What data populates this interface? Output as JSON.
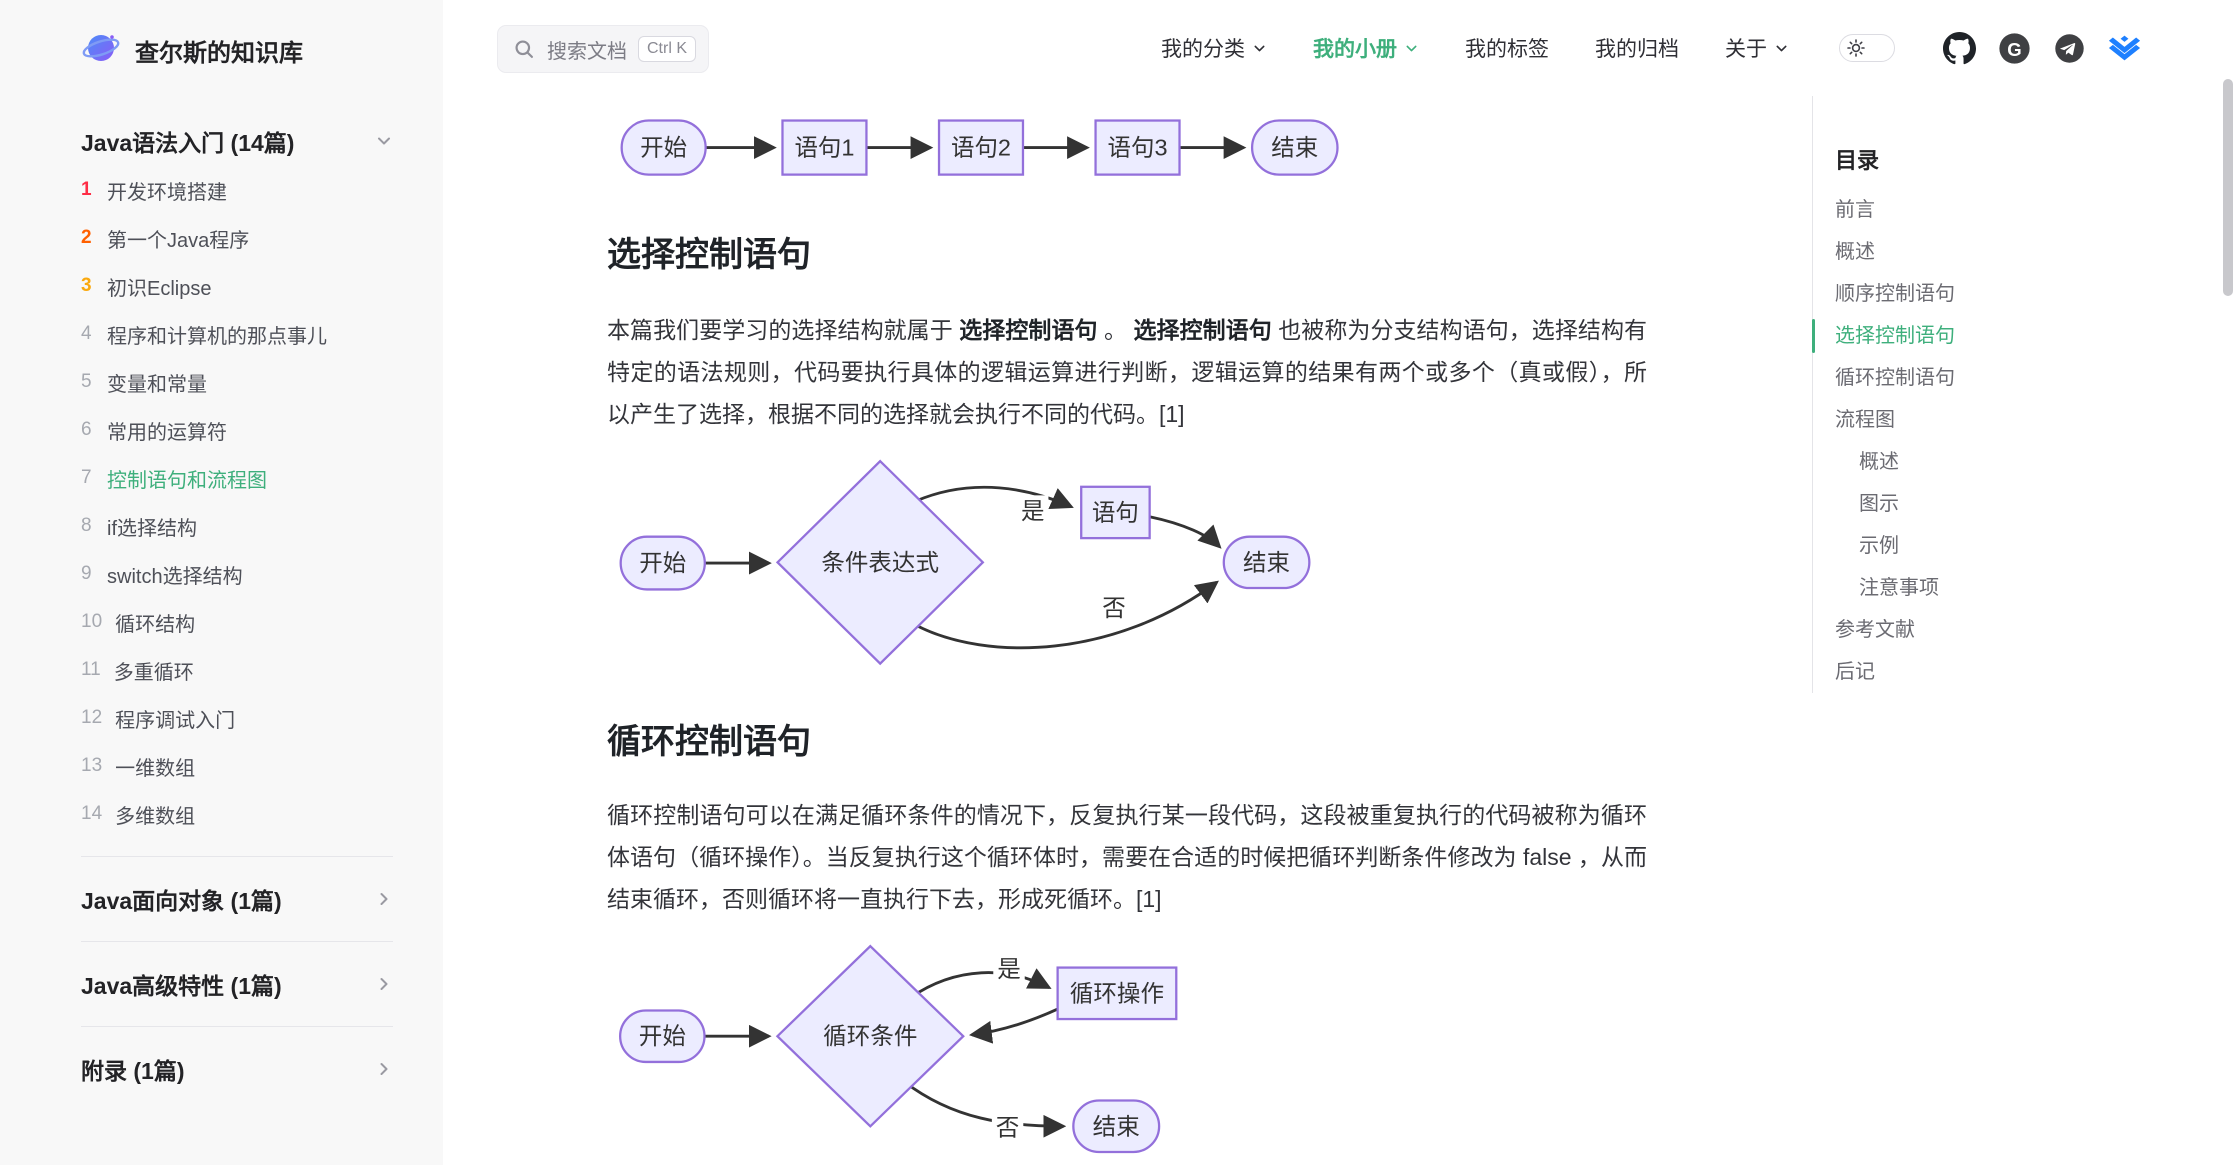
{
  "site": {
    "title": "查尔斯的知识库"
  },
  "navbar": {
    "search_placeholder": "搜索文档",
    "search_shortcut": "Ctrl K",
    "link_categories": "我的分类",
    "link_booklets": "我的小册",
    "link_tags": "我的标签",
    "link_archives": "我的归档",
    "link_about": "关于"
  },
  "icons": {
    "search": "magnifier",
    "theme_toggle": "sun",
    "github": "github-mark",
    "gitee": "gitee-g",
    "gitee_letter": "G",
    "telegram": "paper-plane",
    "juejin": "juejin-layers",
    "chevron_down": "chevron-down",
    "chevron_right": "chevron-right"
  },
  "sidebar": {
    "group": {
      "title": "Java语法入门 (14篇)"
    },
    "items": [
      {
        "num": "1",
        "label": "开发环境搭建"
      },
      {
        "num": "2",
        "label": "第一个Java程序"
      },
      {
        "num": "3",
        "label": "初识Eclipse"
      },
      {
        "num": "4",
        "label": "程序和计算机的那点事儿"
      },
      {
        "num": "5",
        "label": "变量和常量"
      },
      {
        "num": "6",
        "label": "常用的运算符"
      },
      {
        "num": "7",
        "label": "控制语句和流程图"
      },
      {
        "num": "8",
        "label": "if选择结构"
      },
      {
        "num": "9",
        "label": "switch选择结构"
      },
      {
        "num": "10",
        "label": "循环结构"
      },
      {
        "num": "11",
        "label": "多重循环"
      },
      {
        "num": "12",
        "label": "程序调试入门"
      },
      {
        "num": "13",
        "label": "一维数组"
      },
      {
        "num": "14",
        "label": "多维数组"
      }
    ],
    "sections": [
      {
        "title": "Java面向对象 (1篇)"
      },
      {
        "title": "Java高级特性 (1篇)"
      },
      {
        "title": "附录 (1篇)"
      }
    ]
  },
  "content": {
    "section_select": {
      "heading": "选择控制语句",
      "p1": "本篇我们要学习的选择结构就属于 ",
      "b1": "选择控制语句",
      "p2": " 。 ",
      "b2": "选择控制语句",
      "p3": " 也被称为分支结构语句，选择结构有特定的语法规则，代码要执行具体的逻辑运算进行判断，逻辑运算的结果有两个或多个（真或假），所以产生了选择，根据不同的选择就会执行不同的代码。",
      "ref": "[1]"
    },
    "section_loop": {
      "heading": "循环控制语句",
      "p1": "循环控制语句可以在满足循环条件的情况下，反复执行某一段代码，这段被重复执行的代码被称为循环体语句（循环操作）。当反复执行这个循环体时，需要在合适的时候把循环判断条件修改为 false ，从而结束循环，否则循环将一直执行下去，形成死循环。",
      "ref": "[1]"
    }
  },
  "flowcharts": {
    "sequence": {
      "start": "开始",
      "s1": "语句1",
      "s2": "语句2",
      "s3": "语句3",
      "end": "结束"
    },
    "select": {
      "start": "开始",
      "condition": "条件表达式",
      "yes": "是",
      "stmt": "语句",
      "no": "否",
      "end": "结束"
    },
    "loop": {
      "start": "开始",
      "condition": "循环条件",
      "yes": "是",
      "body": "循环操作",
      "no": "否",
      "end": "结束"
    }
  },
  "toc": {
    "title": "目录",
    "items": [
      {
        "label": "前言"
      },
      {
        "label": "概述"
      },
      {
        "label": "顺序控制语句"
      },
      {
        "label": "选择控制语句"
      },
      {
        "label": "循环控制语句"
      },
      {
        "label": "流程图"
      },
      {
        "label": "概述"
      },
      {
        "label": "图示"
      },
      {
        "label": "示例"
      },
      {
        "label": "注意事项"
      },
      {
        "label": "参考文献"
      },
      {
        "label": "后记"
      }
    ]
  },
  "colors": {
    "brand_green": "#3eaf7c",
    "rank1": "#fe2d46",
    "rank2": "#ff6000",
    "rank3": "#faa90e",
    "node_fill": "#ececff",
    "node_stroke": "#9370db",
    "edge": "#333333",
    "sidebar_bg": "#f8f8f8",
    "juejin_blue": "#1e80ff"
  }
}
